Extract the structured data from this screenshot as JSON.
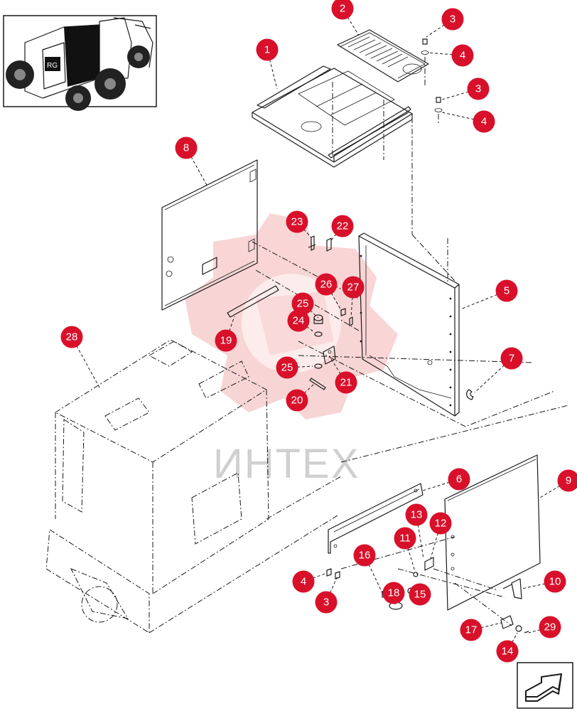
{
  "watermark": {
    "text": "ИНТЕХ"
  },
  "thumbnail": {
    "brand_text": "RG"
  },
  "callouts": [
    {
      "id": "c1",
      "label": "1"
    },
    {
      "id": "c2",
      "label": "2"
    },
    {
      "id": "c3a",
      "label": "3"
    },
    {
      "id": "c4a",
      "label": "4"
    },
    {
      "id": "c3b",
      "label": "3"
    },
    {
      "id": "c4b",
      "label": "4"
    },
    {
      "id": "c8",
      "label": "8"
    },
    {
      "id": "c23",
      "label": "23"
    },
    {
      "id": "c22",
      "label": "22"
    },
    {
      "id": "c5",
      "label": "5"
    },
    {
      "id": "c26",
      "label": "26"
    },
    {
      "id": "c27",
      "label": "27"
    },
    {
      "id": "c25a",
      "label": "25"
    },
    {
      "id": "c24",
      "label": "24"
    },
    {
      "id": "c19",
      "label": "19"
    },
    {
      "id": "c28",
      "label": "28"
    },
    {
      "id": "c7",
      "label": "7"
    },
    {
      "id": "c25b",
      "label": "25"
    },
    {
      "id": "c21",
      "label": "21"
    },
    {
      "id": "c20",
      "label": "20"
    },
    {
      "id": "c6",
      "label": "6"
    },
    {
      "id": "c9",
      "label": "9"
    },
    {
      "id": "c13",
      "label": "13"
    },
    {
      "id": "c12",
      "label": "12"
    },
    {
      "id": "c11",
      "label": "11"
    },
    {
      "id": "c16",
      "label": "16"
    },
    {
      "id": "c4c",
      "label": "4"
    },
    {
      "id": "c3c",
      "label": "3"
    },
    {
      "id": "c18",
      "label": "18"
    },
    {
      "id": "c15",
      "label": "15"
    },
    {
      "id": "c10",
      "label": "10"
    },
    {
      "id": "c17",
      "label": "17"
    },
    {
      "id": "c29",
      "label": "29"
    },
    {
      "id": "c14",
      "label": "14"
    }
  ]
}
